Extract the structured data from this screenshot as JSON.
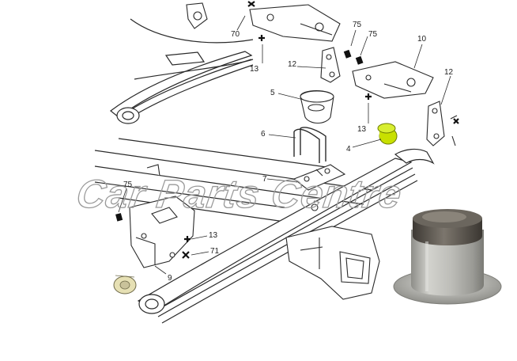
{
  "callouts": {
    "c70": "70",
    "c75_top": "75",
    "c75_top_b": "75",
    "c10": "10",
    "c12_top": "12",
    "c12_right": "12",
    "c13_top": "13",
    "c5": "5",
    "c13_mid": "13",
    "c6": "6",
    "c4": "4",
    "c7": "7",
    "c75_left": "75",
    "c13_bottom": "13",
    "c71": "71",
    "c9": "9"
  },
  "watermark": "Car Parts Centre",
  "colors": {
    "line": "#2a2a2a",
    "highlight_bush": "#c8e000",
    "cream_bush": "#e6e0b4",
    "black_clip": "#111111",
    "watermark_stroke": "#9a9a9a",
    "photo_bush_metal": "#b9b9b4",
    "photo_bush_rubber": "#5b5650"
  }
}
